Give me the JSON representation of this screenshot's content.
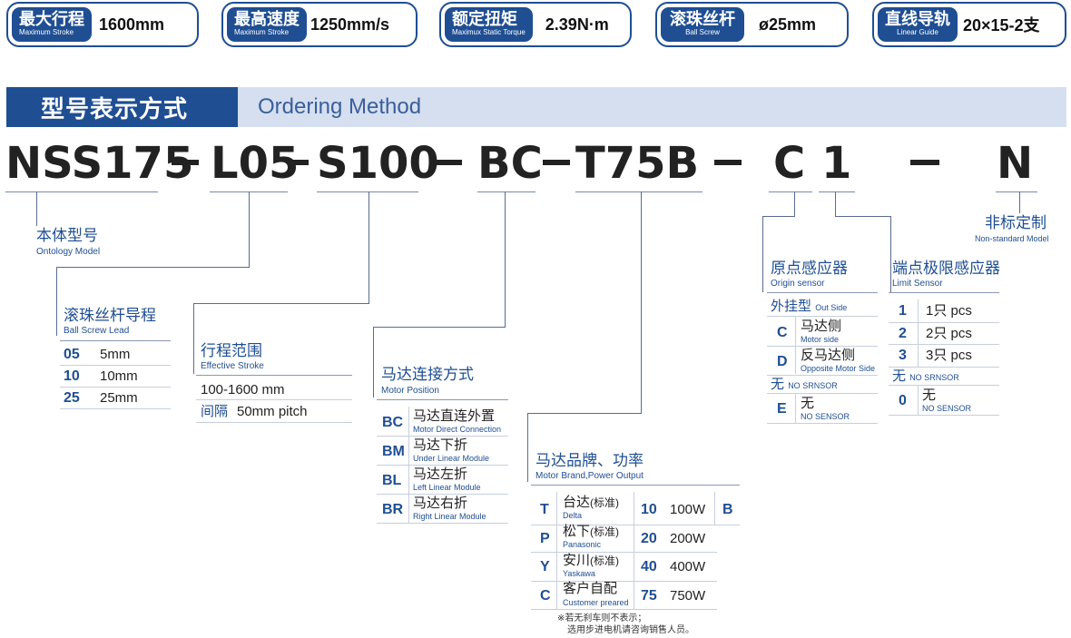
{
  "specs": [
    {
      "cn": "最大行程",
      "en": "Maximum Stroke",
      "value": "1600mm"
    },
    {
      "cn": "最高速度",
      "en": "Maximum Stroke",
      "value": "1250mm/s"
    },
    {
      "cn": "额定扭矩",
      "en": "Maximux Static Torque",
      "value": "2.39N·m"
    },
    {
      "cn": "滚珠丝杆",
      "en": "Ball Screw",
      "value": "ø25mm"
    },
    {
      "cn": "直线导轨",
      "en": "Linear Guide",
      "value": "20×15-2支"
    }
  ],
  "header": {
    "cn": "型号表示方式",
    "en": "Ordering Method"
  },
  "model_code": {
    "p1": "NSS175",
    "p2": "L05",
    "p3": "S100",
    "p4": "BC",
    "p5": "T75B",
    "p6": "C",
    "p7": "1",
    "p8": "N"
  },
  "ontology": {
    "cn": "本体型号",
    "en": "Ontology Model"
  },
  "lead": {
    "cn": "滚珠丝杆导程",
    "en": "Ball Screw Lead",
    "rows": [
      {
        "code": "05",
        "text": "5mm"
      },
      {
        "code": "10",
        "text": "10mm"
      },
      {
        "code": "25",
        "text": "25mm"
      }
    ]
  },
  "stroke": {
    "cn": "行程范围",
    "en": "Effective Stroke",
    "range": "100-1600 mm",
    "pitch_label": "间隔",
    "pitch": "50mm pitch"
  },
  "motor_pos": {
    "cn": "马达连接方式",
    "en": "Motor Position",
    "rows": [
      {
        "code": "BC",
        "cn": "马达直连外置",
        "en": "Motor Direct Connection"
      },
      {
        "code": "BM",
        "cn": "马达下折",
        "en": "Under Linear Module"
      },
      {
        "code": "BL",
        "cn": "马达左折",
        "en": "Left Linear Module"
      },
      {
        "code": "BR",
        "cn": "马达右折",
        "en": "Right Linear Module"
      }
    ]
  },
  "motor_brand": {
    "cn": "马达品牌、功率",
    "en": "Motor Brand,Power Output",
    "rows": [
      {
        "code": "T",
        "cn": "台达",
        "suffix": "(标准)",
        "en": "Delta",
        "pcode": "10",
        "power": "100W"
      },
      {
        "code": "P",
        "cn": "松下",
        "suffix": "(标准)",
        "en": "Panasonic",
        "pcode": "20",
        "power": "200W"
      },
      {
        "code": "Y",
        "cn": "安川",
        "suffix": "(标准)",
        "en": "Yaskawa",
        "pcode": "40",
        "power": "400W"
      },
      {
        "code": "C",
        "cn": "客户自配",
        "suffix": "",
        "en": "Customer preared",
        "pcode": "75",
        "power": "750W"
      }
    ],
    "brake_code": "B",
    "note1": "※若无刹车则不表示；",
    "note2": "选用步进电机请咨询销售人员。"
  },
  "origin": {
    "cn": "原点感应器",
    "en": "Origin sensor",
    "outside_cn": "外挂型",
    "outside_en": "Out Side",
    "rows": [
      {
        "code": "C",
        "cn": "马达侧",
        "en": "Motor side"
      },
      {
        "code": "D",
        "cn": "反马达侧",
        "en": "Opposite Motor Side"
      }
    ],
    "none_cn": "无",
    "none_en": "NO SRNSOR",
    "none_row": {
      "code": "E",
      "cn": "无",
      "en": "NO SENSOR"
    }
  },
  "limit": {
    "cn": "端点极限感应器",
    "en": "Limit Sensor",
    "rows": [
      {
        "code": "1",
        "num": "1只",
        "unit": "pcs"
      },
      {
        "code": "2",
        "num": "2只",
        "unit": "pcs"
      },
      {
        "code": "3",
        "num": "3只",
        "unit": "pcs"
      }
    ],
    "none_cn": "无",
    "none_en": "NO SRNSOR",
    "none_row": {
      "code": "0",
      "cn": "无",
      "en": "NO SENSOR"
    }
  },
  "nonstd": {
    "cn": "非标定制",
    "en": "Non-standard Model"
  },
  "colors": {
    "brand_blue": "#1f4e92",
    "light_band": "#d5dff0"
  }
}
